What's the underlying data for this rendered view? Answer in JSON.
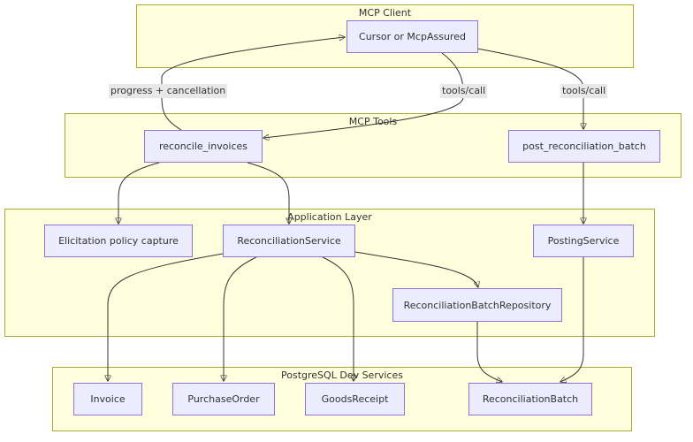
{
  "clusters": {
    "mcp_client": "MCP Client",
    "mcp_tools": "MCP Tools",
    "app_layer": "Application Layer",
    "postgres": "PostgreSQL Dev Services"
  },
  "nodes": {
    "cursor": "Cursor or McpAssured",
    "reconcile_invoices": "reconcile_invoices",
    "post_batch": "post_reconciliation_batch",
    "elicitation": "Elicitation policy capture",
    "recon_service": "ReconciliationService",
    "posting_service": "PostingService",
    "batch_repo": "ReconciliationBatchRepository",
    "invoice": "Invoice",
    "purchase_order": "PurchaseOrder",
    "goods_receipt": "GoodsReceipt",
    "recon_batch": "ReconciliationBatch"
  },
  "edge_labels": {
    "progress": "progress + cancellation",
    "tools_call_1": "tools/call",
    "tools_call_2": "tools/call"
  },
  "colors": {
    "cluster_fill": "#ffffde",
    "cluster_border": "#aaaa33",
    "node_fill": "#ececff",
    "node_border": "#9370db",
    "edge": "#333333",
    "label_bg": "#e8e8e8"
  }
}
